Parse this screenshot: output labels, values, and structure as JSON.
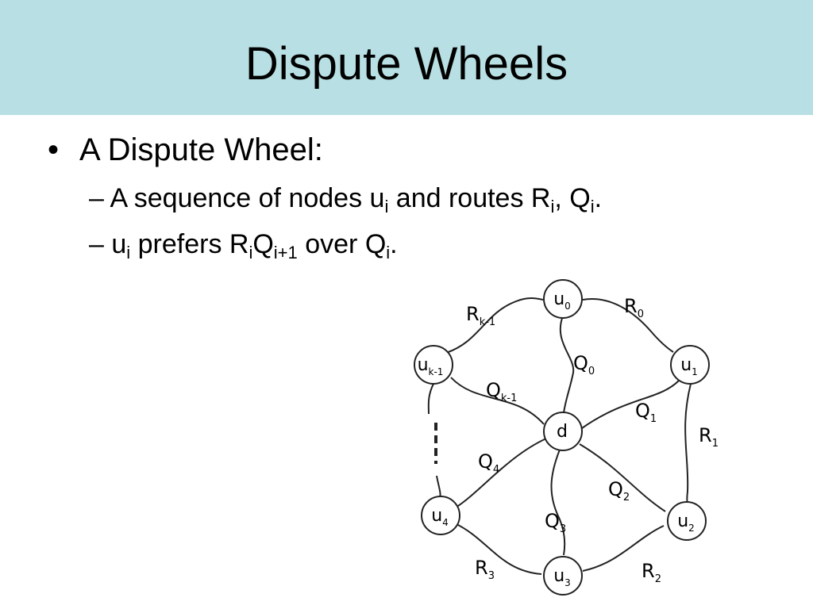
{
  "slide": {
    "title": "Dispute Wheels",
    "bullet": {
      "marker": "•",
      "text": "A Dispute Wheel:"
    },
    "sub1": {
      "dash": "–",
      "t1": "A sequence of nodes u",
      "s1": "i",
      "t2": " and routes R",
      "s2": "i",
      "t3": ", Q",
      "s3": "i",
      "t4": "."
    },
    "sub2": {
      "dash": "–",
      "t1": "u",
      "s1": "i",
      "t2": " prefers R",
      "s2": "i",
      "t3": "Q",
      "s3": "i+1",
      "t4": " over Q",
      "s4": "i",
      "t5": "."
    }
  },
  "diagram": {
    "nodes": {
      "u0": {
        "base": "u",
        "sub": "0"
      },
      "u1": {
        "base": "u",
        "sub": "1"
      },
      "u2": {
        "base": "u",
        "sub": "2"
      },
      "u3": {
        "base": "u",
        "sub": "3"
      },
      "u4": {
        "base": "u",
        "sub": "4"
      },
      "uk1": {
        "base": "u",
        "sub": "k-1"
      },
      "d": {
        "base": "d",
        "sub": ""
      }
    },
    "edge_labels": {
      "R0": {
        "base": "R",
        "sub": "0"
      },
      "R1": {
        "base": "R",
        "sub": "1"
      },
      "R2": {
        "base": "R",
        "sub": "2"
      },
      "R3": {
        "base": "R",
        "sub": "3"
      },
      "Rk1": {
        "base": "R",
        "sub": "k-1"
      },
      "Q0": {
        "base": "Q",
        "sub": "0"
      },
      "Q1": {
        "base": "Q",
        "sub": "1"
      },
      "Q2": {
        "base": "Q",
        "sub": "2"
      },
      "Q3": {
        "base": "Q",
        "sub": "3"
      },
      "Q4": {
        "base": "Q",
        "sub": "4"
      },
      "Qk1": {
        "base": "Q",
        "sub": "k-1"
      }
    },
    "colors": {
      "line": "#222222",
      "node_fill": "#ffffff"
    }
  }
}
